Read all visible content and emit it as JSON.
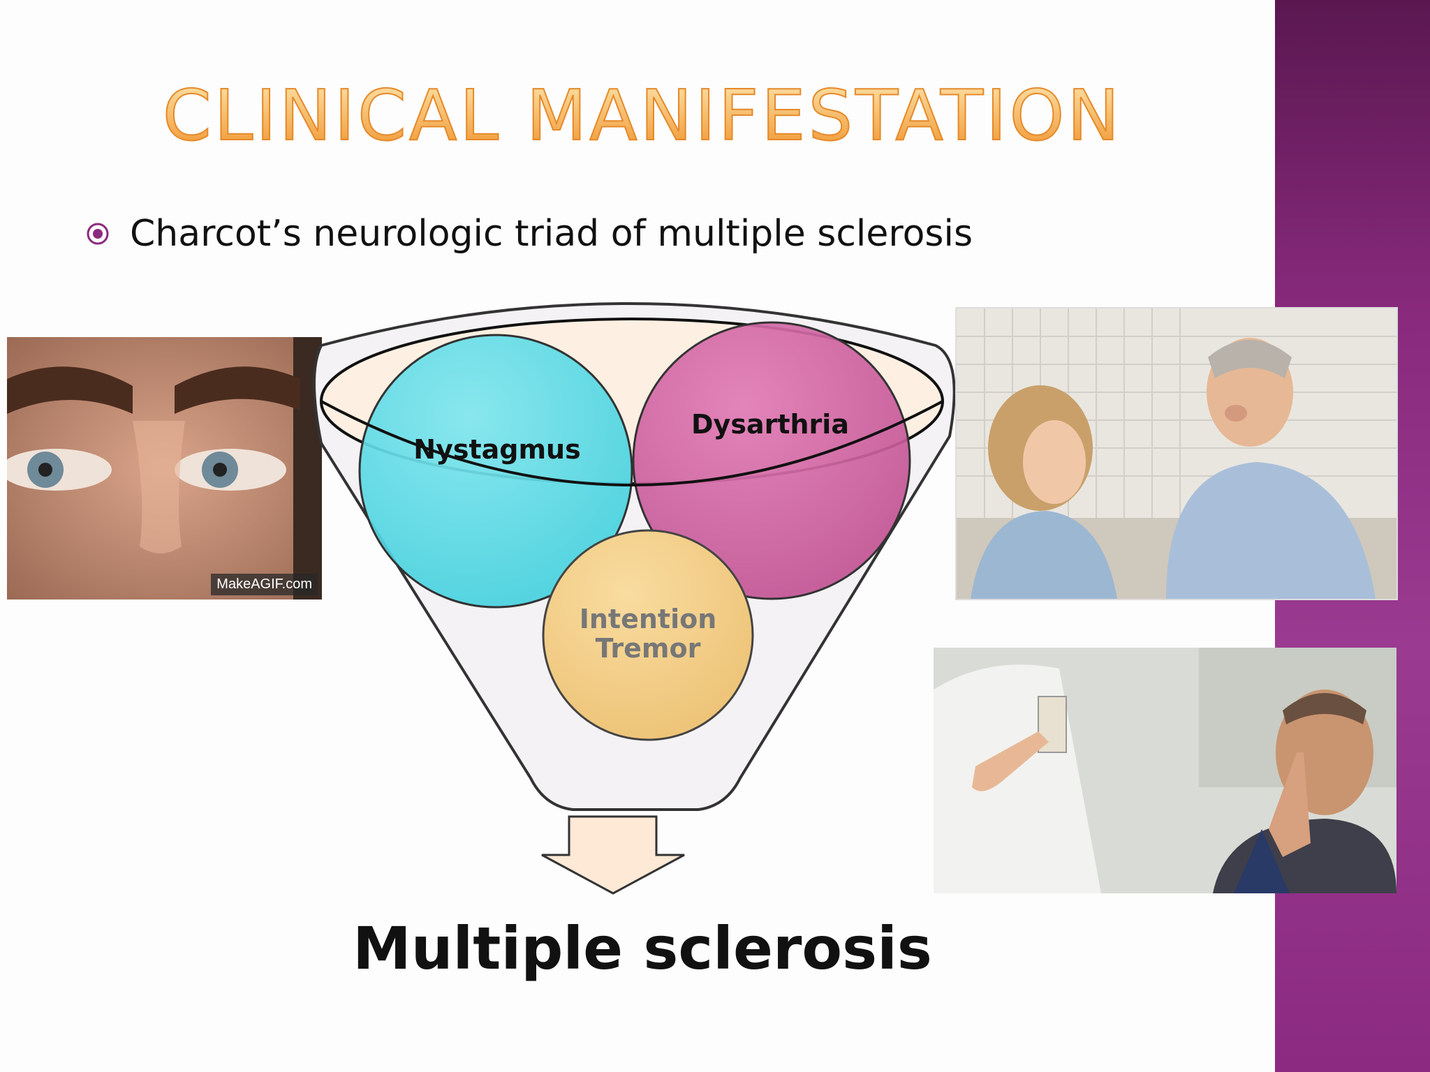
{
  "slide": {
    "title": "CLINICAL MANIFESTATION",
    "bullet": "Charcot’s neurologic triad  of multiple sclerosis",
    "triad": {
      "circle_1": "Nystagmus",
      "circle_2": "Dysarthria",
      "circle_3_line1": "Intention",
      "circle_3_line2": "Tremor"
    },
    "result": "Multiple sclerosis",
    "watermark": "MakeAGIF.com"
  },
  "colors": {
    "title_gradient_top": "#fde3a6",
    "title_gradient_bottom": "#f0922a",
    "sidebar": "#8a2a7e",
    "bullet": "#8a2a7e",
    "circle_nystagmus": "#4fd6e2",
    "circle_dysarthria": "#cc5a9c",
    "circle_tremor": "#f3cf86",
    "arrow_fill": "#fde9d5"
  }
}
